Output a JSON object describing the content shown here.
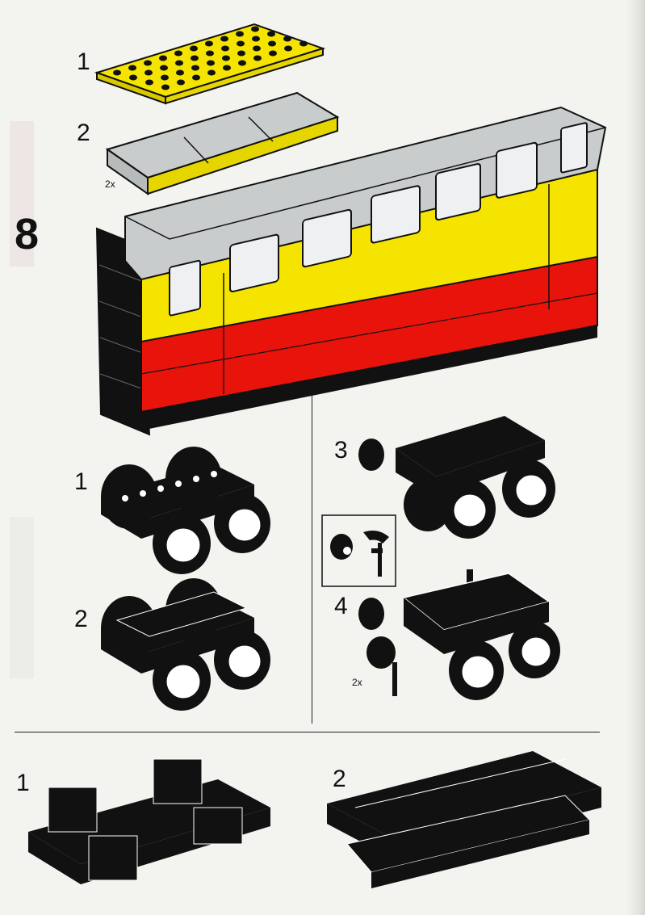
{
  "page": {
    "step_number": "8"
  },
  "top_section": {
    "steps": [
      {
        "number": "1"
      },
      {
        "number": "2",
        "multiplier": "2x"
      }
    ]
  },
  "left_section": {
    "steps": [
      {
        "number": "1"
      },
      {
        "number": "2"
      }
    ]
  },
  "right_section": {
    "steps": [
      {
        "number": "3"
      },
      {
        "number": "4",
        "multiplier": "2x"
      }
    ]
  },
  "bottom_section": {
    "steps": [
      {
        "number": "1"
      },
      {
        "number": "2"
      }
    ]
  },
  "colors": {
    "yellow": "#f5e400",
    "red": "#e8140c",
    "gray": "#c9cccd",
    "black": "#111111",
    "window": "#eef0f2"
  }
}
